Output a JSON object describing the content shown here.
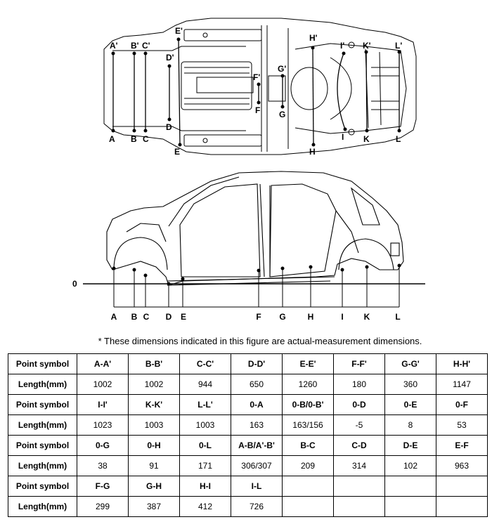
{
  "figure": {
    "top_view_labels_top": [
      "A'",
      "B'",
      "C'",
      "D'",
      "E'",
      "F'",
      "G'",
      "H'",
      "I'",
      "K'",
      "L'"
    ],
    "top_view_labels_bottom": [
      "A",
      "B",
      "C",
      "D",
      "E",
      "F",
      "G",
      "H",
      "I",
      "K",
      "L"
    ],
    "datum_label": "0",
    "side_view_labels": [
      "A",
      "B",
      "C",
      "D",
      "E",
      "F",
      "G",
      "H",
      "I",
      "K",
      "L"
    ]
  },
  "note": "* These dimensions indicated in this figure are actual-measurement dimensions.",
  "table": {
    "row_header_point": "Point symbol",
    "row_header_length": "Length(mm)",
    "groups": [
      {
        "points": [
          "A-A'",
          "B-B'",
          "C-C'",
          "D-D'",
          "E-E'",
          "F-F'",
          "G-G'",
          "H-H'"
        ],
        "lengths": [
          "1002",
          "1002",
          "944",
          "650",
          "1260",
          "180",
          "360",
          "1147"
        ]
      },
      {
        "points": [
          "I-I'",
          "K-K'",
          "L-L'",
          "0-A",
          "0-B/0-B'",
          "0-D",
          "0-E",
          "0-F"
        ],
        "lengths": [
          "1023",
          "1003",
          "1003",
          "163",
          "163/156",
          "-5",
          "8",
          "53"
        ]
      },
      {
        "points": [
          "0-G",
          "0-H",
          "0-L",
          "A-B/A'-B'",
          "B-C",
          "C-D",
          "D-E",
          "E-F"
        ],
        "lengths": [
          "38",
          "91",
          "171",
          "306/307",
          "209",
          "314",
          "102",
          "963"
        ]
      },
      {
        "points": [
          "F-G",
          "G-H",
          "H-I",
          "I-L",
          "",
          "",
          "",
          ""
        ],
        "lengths": [
          "299",
          "387",
          "412",
          "726",
          "",
          "",
          "",
          ""
        ]
      }
    ]
  }
}
